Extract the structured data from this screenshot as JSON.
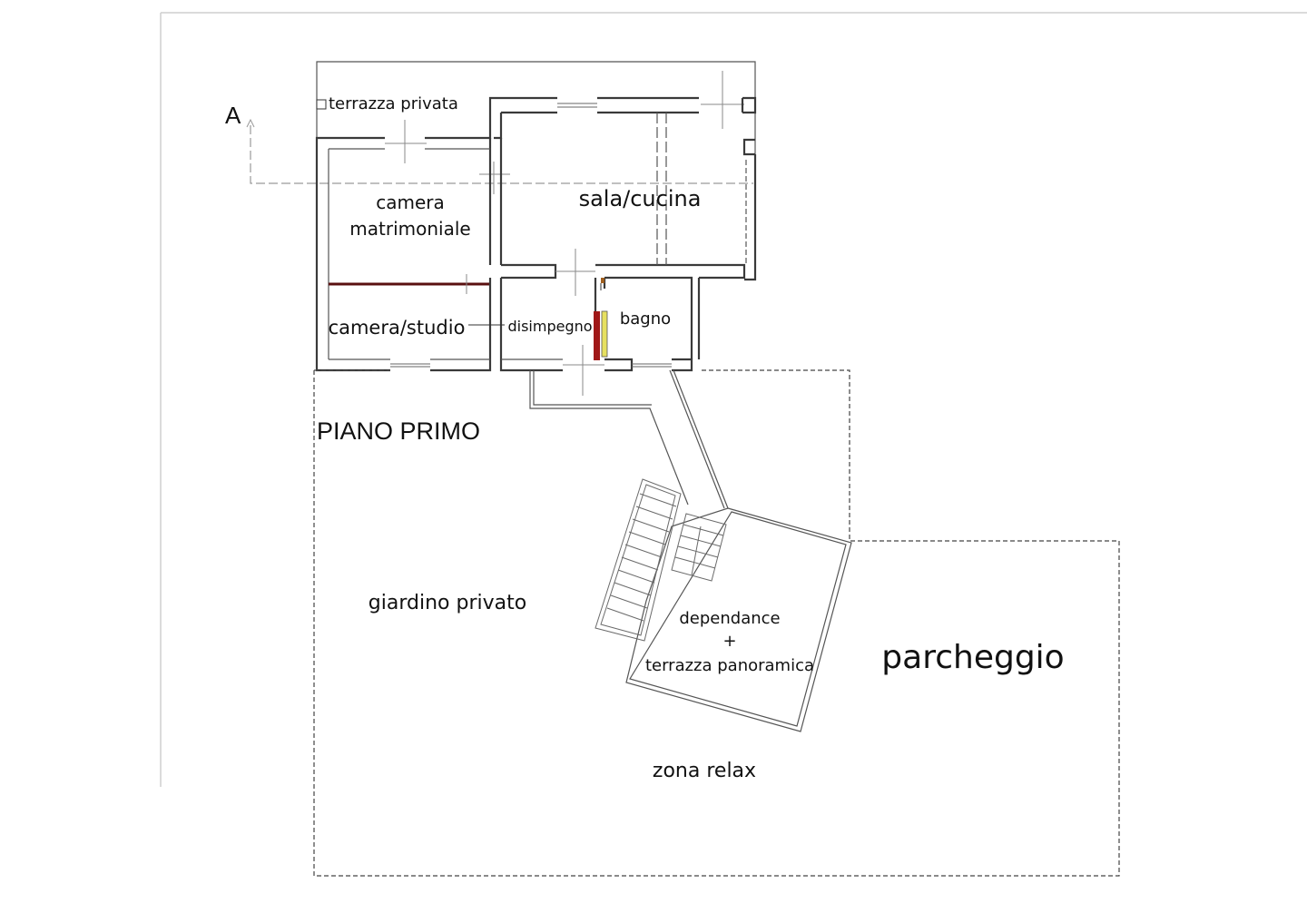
{
  "section_marker": "A",
  "floor_title": "PIANO PRIMO",
  "rooms": {
    "terrace": "terrazza privata",
    "master_bedroom_line1": "camera",
    "master_bedroom_line2": "matrimoniale",
    "living_kitchen": "sala/cucina",
    "study": "camera/studio",
    "hallway": "disimpegno",
    "bathroom": "bagno"
  },
  "outdoor": {
    "garden": "giardino privato",
    "annex_line1": "dependance",
    "annex_plus": "+",
    "annex_line2": "terrazza panoramica",
    "parking": "parcheggio",
    "relax": "zona relax"
  }
}
